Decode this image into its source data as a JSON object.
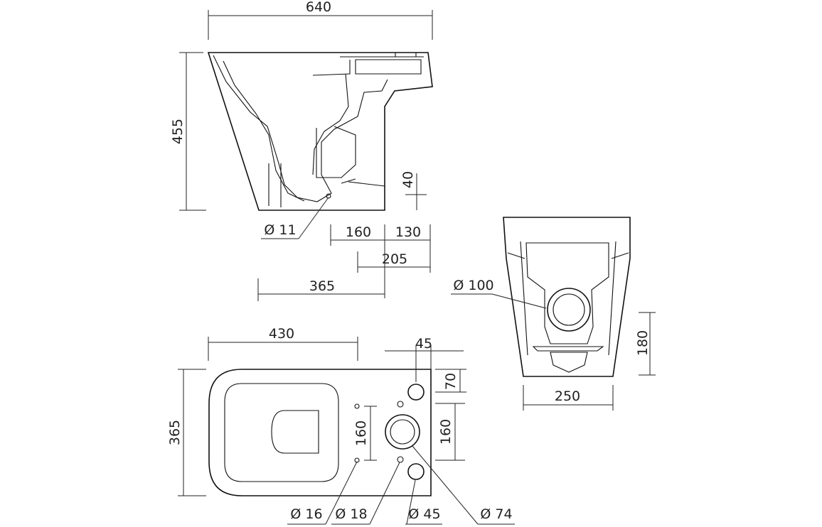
{
  "dimensions": {
    "side_length": "640",
    "side_height": "455",
    "outlet_height": "40",
    "dim_160_a": "160",
    "dim_130": "130",
    "dim_205": "205",
    "dim_365_side": "365",
    "dim_430": "430",
    "dim_45_top": "45",
    "dim_70": "70",
    "dim_365_plan": "365",
    "dim_160_left": "160",
    "dim_160_right": "160",
    "rear_250": "250",
    "rear_180": "180"
  },
  "diameters": {
    "d11": "Ø 11",
    "d16": "Ø 16",
    "d18": "Ø 18",
    "d45": "Ø 45",
    "d74": "Ø 74",
    "d100": "Ø 100"
  }
}
